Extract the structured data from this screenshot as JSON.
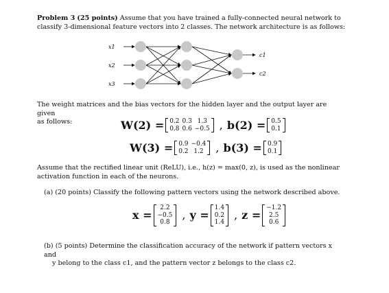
{
  "problem": {
    "heading": "Problem 3",
    "points": "(25 points)",
    "intro_line1": "Assume that you have trained a fully-connected neural network to",
    "intro_line2": "classify 3-dimensional feature vectors into 2 classes. The network architecture is as follows:"
  },
  "network": {
    "inputs": [
      "x1",
      "x2",
      "x3"
    ],
    "outputs": [
      "c1",
      "c2"
    ],
    "layers": [
      3,
      3,
      2
    ]
  },
  "weights_text": {
    "line1": "The weight matrices and the bias vectors for the hidden layer and the output layer are given",
    "line2": "as follows:"
  },
  "W2": {
    "label": "W(2) =",
    "rows": [
      [
        "0.2",
        "0.3",
        "1.3"
      ],
      [
        "0.8",
        "0.6",
        "−0.5"
      ]
    ]
  },
  "b2": {
    "label": "b(2) =",
    "rows": [
      [
        "0.5"
      ],
      [
        "0.1"
      ]
    ]
  },
  "W3": {
    "label": "W(3) =",
    "rows": [
      [
        "0.9",
        "−0.4"
      ],
      [
        "0.2",
        "1.2"
      ]
    ]
  },
  "b3": {
    "label": "b(3) =",
    "rows": [
      [
        "0.9"
      ],
      [
        "0.1"
      ]
    ]
  },
  "relu_text": {
    "line1": "Assume that the rectified linear unit (ReLU), i.e., h(z) = max(0, z), is used as the nonlinear",
    "line2": "activation function in each of the neurons."
  },
  "part_a": {
    "label": "(a)",
    "text": "(20 points) Classify the following pattern vectors using the network described above."
  },
  "vectors": {
    "x": {
      "label": "x =",
      "rows": [
        [
          "2.2"
        ],
        [
          "−0.5"
        ],
        [
          "0.8"
        ]
      ]
    },
    "y": {
      "label": "y =",
      "rows": [
        [
          "1.4"
        ],
        [
          "0.2"
        ],
        [
          "1.4"
        ]
      ]
    },
    "z": {
      "label": "z =",
      "rows": [
        [
          "−1.2"
        ],
        [
          "2.5"
        ],
        [
          "0.6"
        ]
      ]
    }
  },
  "part_b": {
    "label": "(b)",
    "line1": "(5 points) Determine the classification accuracy of the network if pattern vectors x and",
    "line2": "y belong to the class c1, and the pattern vector z belongs to the class c2."
  }
}
